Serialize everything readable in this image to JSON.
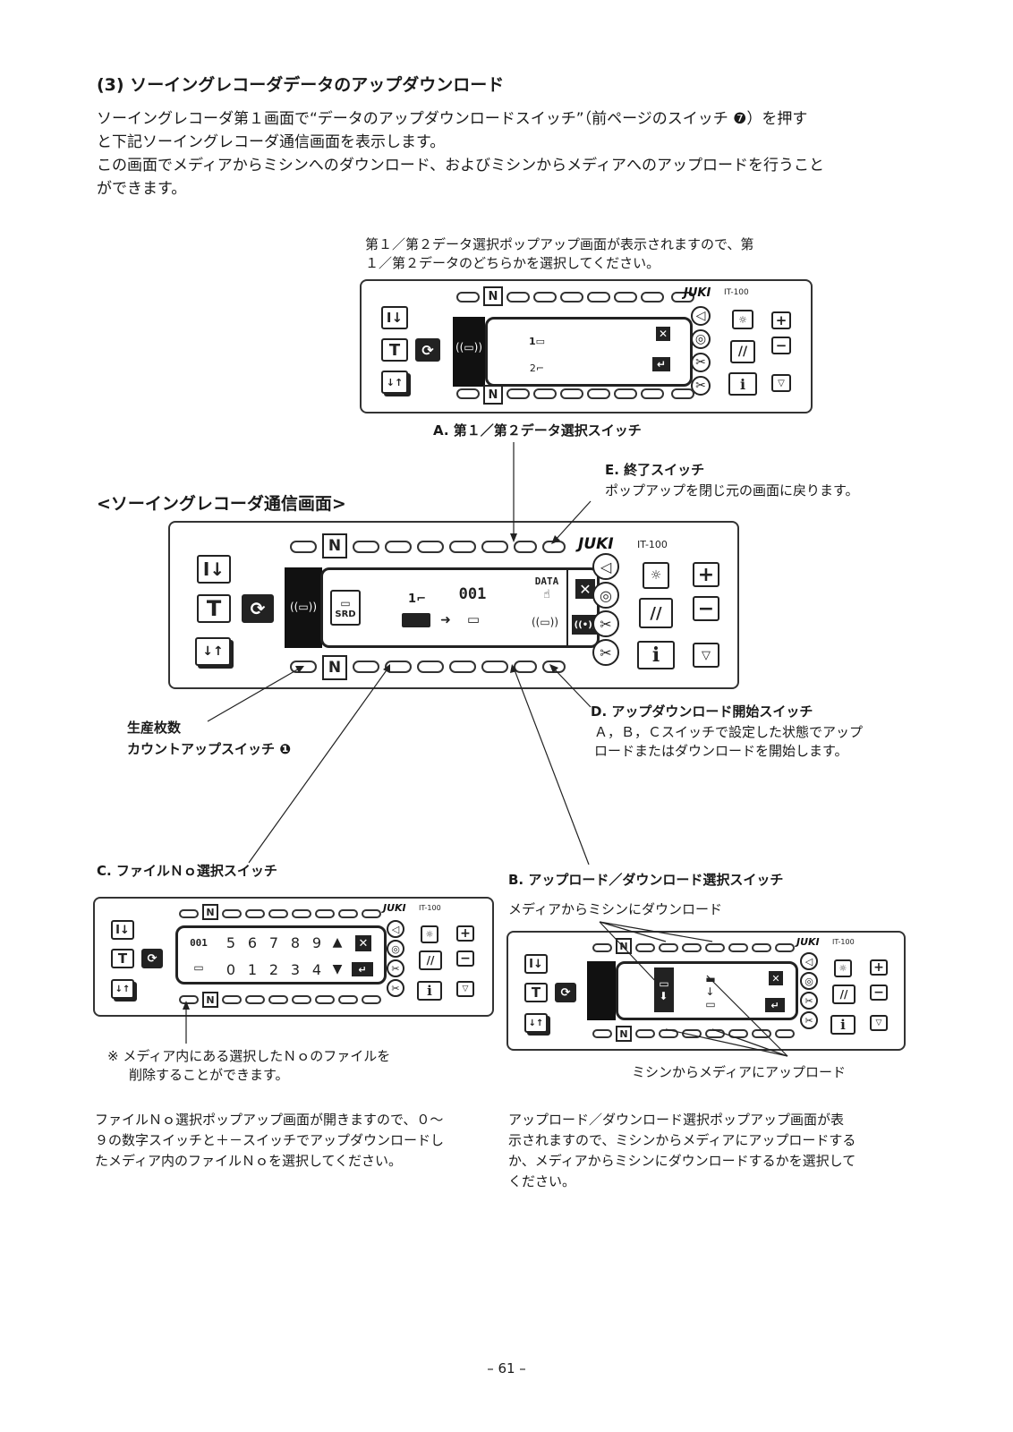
{
  "section": {
    "title": "(3) ソーイングレコーダデータのアップダウンロード",
    "intro": [
      "ソーイングレコーダ第１画面で“データのアップダウンロードスイッチ”（前ページのスイッチ ❼）を押す",
      "と下記ソーイングレコーダ通信画面を表示します。",
      "この画面でメディアからミシンへのダウンロード、およびミシンからメディアへのアップロードを行うこと",
      "ができます。"
    ]
  },
  "popup_note": [
    "第１／第２データ選択ポップアップ画面が表示されますので、第",
    "１／第２データのどちらかを選択してください。"
  ],
  "brand": {
    "logo": "JUKI",
    "model": "IT-100"
  },
  "labels": {
    "a": "A. 第１／第２データ選択スイッチ",
    "e_title": "E. 終了スイッチ",
    "e_desc": "ポップアップを閉じ元の画面に戻ります。",
    "screen_title": "<ソーイングレコーダ通信画面>",
    "count_line1": "生産枚数",
    "count_line2": "カウントアップスイッチ ❶",
    "d_title": "D. アップダウンロード開始スイッチ",
    "d_desc": [
      "Ａ，Ｂ，Ｃスイッチで設定した状態でアップ",
      "ロードまたはダウンロードを開始します。"
    ],
    "c_title": "C. ファイルＮｏ選択スイッチ",
    "b_title": "B. アップロード／ダウンロード選択スイッチ",
    "download_label": "メディアからミシンにダウンロード",
    "upload_label": "ミシンからメディアにアップロード",
    "delete_note": [
      "※ メディア内にある選択したＮｏのファイルを",
      "削除することができます。"
    ],
    "c_desc": [
      "ファイルＮｏ選択ポップアップ画面が開きますので、０～",
      "９の数字スイッチと＋－スイッチでアップダウンロードし",
      "たメディア内のファイルＮｏを選択してください。"
    ],
    "b_desc": [
      "アップロード／ダウンロード選択ポップアップ画面が表",
      "示されますので、ミシンからメディアにアップロードする",
      "か、メディアからミシンにダウンロードするかを選択して",
      "ください。"
    ]
  },
  "screen": {
    "data_label": "DATA",
    "file_no": "001",
    "data_no": "1",
    "srd_label": "SRD",
    "popup_data1": "1",
    "popup_data2": "2"
  },
  "file_popup": {
    "file_no": "001",
    "digits_top": [
      "5",
      "6",
      "7",
      "8",
      "9"
    ],
    "digits_bottom": [
      "0",
      "1",
      "2",
      "3",
      "4"
    ]
  },
  "footer": {
    "page": "– 61 –"
  }
}
